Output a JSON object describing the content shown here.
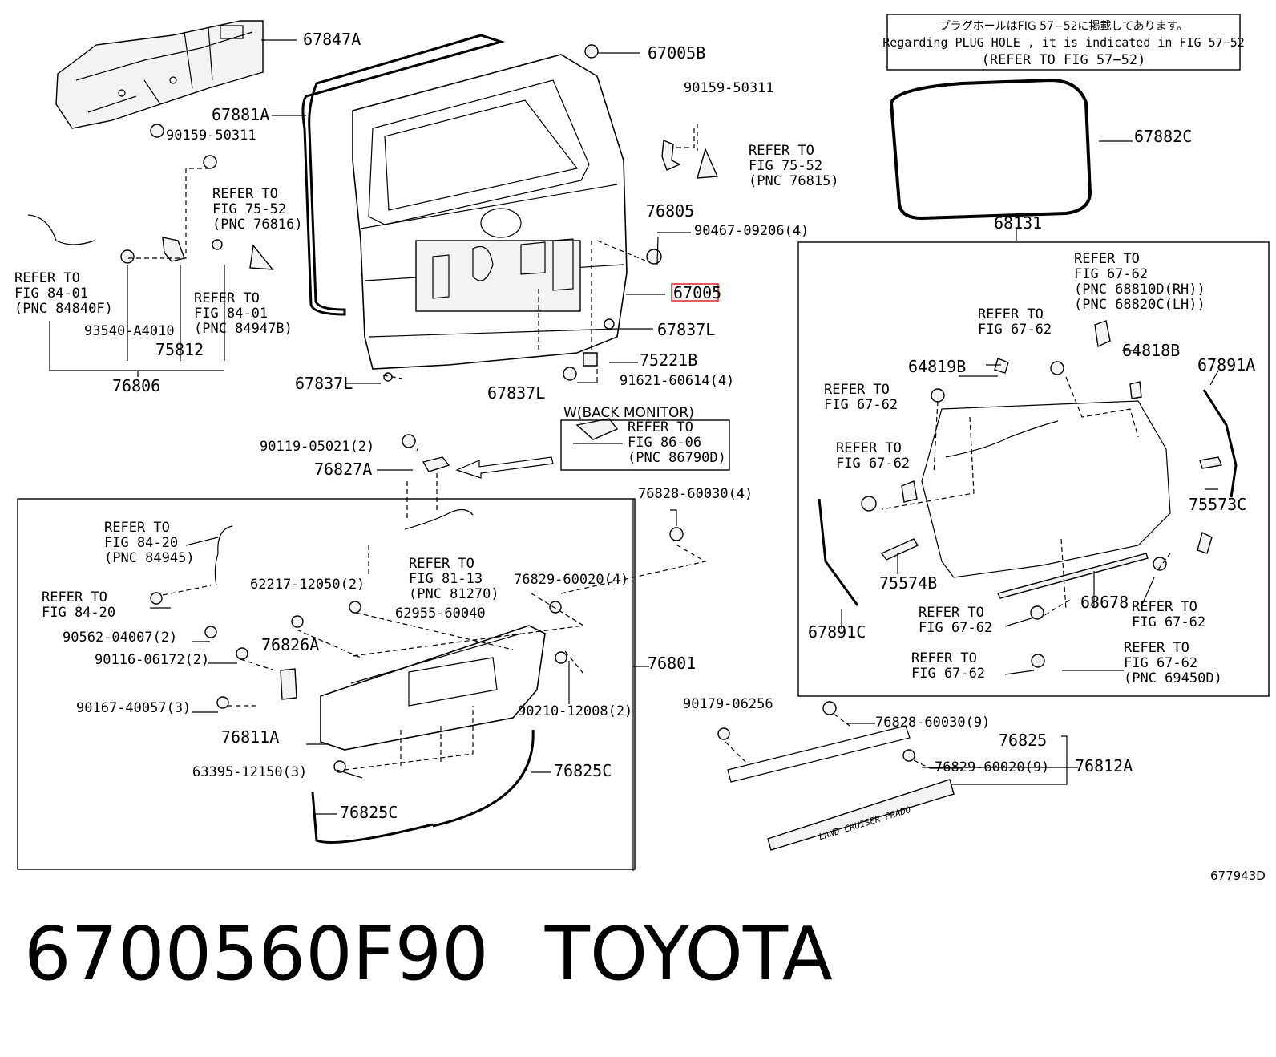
{
  "notice": {
    "line1": "プラグホールはFIG 57−52に掲載してあります。",
    "line2": "Regarding  PLUG  HOLE , it is indicated in  FIG  57−52",
    "line3": "(REFER  TO  FIG  57−52)"
  },
  "labels": {
    "p67847A": "67847A",
    "p67005B": "67005B",
    "p67881A": "67881A",
    "p90159a": "90159-50311",
    "p90159b": "90159-50311",
    "p76805": "76805",
    "p90467": "90467-09206(4)",
    "p67005": "67005",
    "p67837L_r": "67837L",
    "p67837L_l": "67837L",
    "p67837L_c": "67837L",
    "p75221B": "75221B",
    "p91621": "91621-60614(4)",
    "p93540": "93540-A4010",
    "p75812": "75812",
    "p76806": "76806",
    "p67882C": "67882C",
    "p68131": "68131",
    "p64819B": "64819B",
    "p64818B": "64818B",
    "p67891A": "67891A",
    "p75573C": "75573C",
    "p75574B": "75574B",
    "p68678": "68678",
    "p67891C": "67891C",
    "p90119": "90119-05021(2)",
    "p76827A": "76827A",
    "p76828a": "76828-60030(4)",
    "p62217": "62217-12050(2)",
    "p62955": "62955-60040",
    "p76829a": "76829-60020(4)",
    "p90562": "90562-04007(2)",
    "p90116": "90116-06172(2)",
    "p76826A": "76826A",
    "p76801": "76801",
    "p90167": "90167-40057(3)",
    "p90210": "90210-12008(2)",
    "p76811A": "76811A",
    "p76825C_r": "76825C",
    "p63395": "63395-12150(3)",
    "p76825C_l": "76825C",
    "p90179": "90179-06256",
    "p76828b": "76828-60030(9)",
    "p76825": "76825",
    "p76829b": "76829-60020(9)",
    "p76812A": "76812A",
    "back_monitor": "W(BACK MONITOR)",
    "emblem": "LAND CRUISER PRADO",
    "fig_code": "677943D"
  },
  "refs": {
    "r_75_52_76816": [
      "REFER TO",
      "FIG 75-52",
      "(PNC 76816)"
    ],
    "r_75_52_76815": [
      "REFER TO",
      "FIG 75-52",
      "(PNC 76815)"
    ],
    "r_84_01_84840F": [
      "REFER TO",
      "FIG 84-01",
      "(PNC 84840F)"
    ],
    "r_84_01_84947B": [
      "REFER TO",
      "FIG 84-01",
      "(PNC 84947B)"
    ],
    "r_67_62_68810D": [
      "REFER TO",
      "FIG 67-62",
      "(PNC 68810D(RH))",
      "(PNC 68820C(LH))"
    ],
    "r_67_62_a": [
      "REFER TO",
      "FIG 67-62"
    ],
    "r_67_62_b": [
      "REFER TO",
      "FIG 67-62"
    ],
    "r_67_62_c": [
      "REFER TO",
      "FIG 67-62"
    ],
    "r_67_62_d": [
      "REFER TO",
      "FIG 67-62"
    ],
    "r_67_62_e": [
      "REFER TO",
      "FIG 67-62"
    ],
    "r_67_62_f": [
      "REFER TO",
      "FIG 67-62"
    ],
    "r_67_62_69450D": [
      "REFER TO",
      "FIG 67-62",
      "(PNC 69450D)"
    ],
    "r_86_06_86790D": [
      "REFER TO",
      "FIG 86-06",
      "(PNC 86790D)"
    ],
    "r_84_20_84945": [
      "REFER TO",
      "FIG 84-20",
      "(PNC 84945)"
    ],
    "r_84_20": [
      "REFER TO",
      "FIG 84-20"
    ],
    "r_81_13_81270": [
      "REFER TO",
      "FIG 81-13",
      "(PNC 81270)"
    ]
  },
  "footer": {
    "part_number": "6700560F90",
    "brand": "TOYOTA"
  },
  "colors": {
    "line": "#000000",
    "highlight": "#e03030",
    "background": "#ffffff"
  }
}
